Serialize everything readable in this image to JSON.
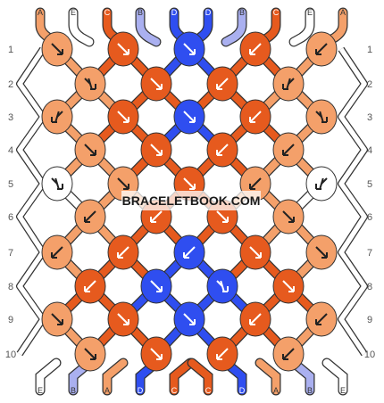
{
  "watermark": "BRACELETBOOK.COM",
  "colors": {
    "A": "#f4a06a",
    "B": "#aab0f0",
    "C": "#e65a1e",
    "D": "#2f4ef0",
    "E": "#ffffff"
  },
  "top_strands": [
    "A",
    "E",
    "C",
    "B",
    "D",
    "D",
    "B",
    "C",
    "E",
    "A"
  ],
  "bottom_strands": [
    "E",
    "B",
    "A",
    "D",
    "C",
    "C",
    "D",
    "A",
    "B",
    "E"
  ],
  "row_labels": [
    "1",
    "2",
    "3",
    "4",
    "5",
    "6",
    "7",
    "8",
    "9",
    "10"
  ],
  "knots": [
    [
      {
        "c": "A",
        "d": "right"
      },
      {
        "c": "C",
        "d": "right"
      },
      {
        "c": "D",
        "d": "right"
      },
      {
        "c": "C",
        "d": "left"
      },
      {
        "c": "A",
        "d": "left"
      }
    ],
    [
      {
        "c": "A",
        "d": "right-back"
      },
      {
        "c": "C",
        "d": "right"
      },
      {
        "c": "C",
        "d": "left"
      },
      {
        "c": "A",
        "d": "left-back"
      }
    ],
    [
      {
        "c": "A",
        "d": "left-back"
      },
      {
        "c": "C",
        "d": "right"
      },
      {
        "c": "D",
        "d": "right"
      },
      {
        "c": "C",
        "d": "left"
      },
      {
        "c": "A",
        "d": "right-back"
      }
    ],
    [
      {
        "c": "A",
        "d": "right"
      },
      {
        "c": "C",
        "d": "right"
      },
      {
        "c": "C",
        "d": "left"
      },
      {
        "c": "A",
        "d": "left"
      }
    ],
    [
      {
        "c": "E",
        "d": "right-back"
      },
      {
        "c": "A",
        "d": "right"
      },
      {
        "c": "C",
        "d": "right"
      },
      {
        "c": "A",
        "d": "left"
      },
      {
        "c": "E",
        "d": "left-back"
      }
    ],
    [
      {
        "c": "A",
        "d": "left"
      },
      {
        "c": "C",
        "d": "left"
      },
      {
        "c": "C",
        "d": "right"
      },
      {
        "c": "A",
        "d": "right"
      }
    ],
    [
      {
        "c": "A",
        "d": "left"
      },
      {
        "c": "C",
        "d": "left"
      },
      {
        "c": "D",
        "d": "left"
      },
      {
        "c": "C",
        "d": "right"
      },
      {
        "c": "A",
        "d": "right"
      }
    ],
    [
      {
        "c": "C",
        "d": "left"
      },
      {
        "c": "D",
        "d": "right"
      },
      {
        "c": "D",
        "d": "right-back"
      },
      {
        "c": "C",
        "d": "right"
      }
    ],
    [
      {
        "c": "A",
        "d": "right"
      },
      {
        "c": "C",
        "d": "right"
      },
      {
        "c": "D",
        "d": "right"
      },
      {
        "c": "C",
        "d": "left"
      },
      {
        "c": "A",
        "d": "left"
      }
    ],
    [
      {
        "c": "A",
        "d": "right"
      },
      {
        "c": "C",
        "d": "right"
      },
      {
        "c": "C",
        "d": "left"
      },
      {
        "c": "A",
        "d": "left"
      }
    ]
  ]
}
